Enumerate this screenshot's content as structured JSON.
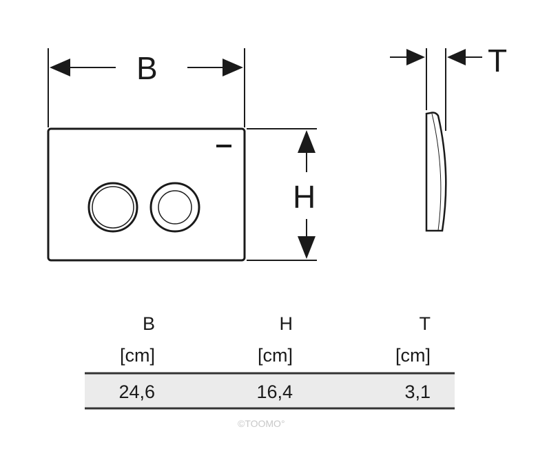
{
  "diagram": {
    "labels": {
      "width": "B",
      "height": "H",
      "thickness": "T"
    },
    "watermark": "©TOOMO°"
  },
  "table": {
    "headers": [
      {
        "name": "B",
        "unit": "[cm]"
      },
      {
        "name": "H",
        "unit": "[cm]"
      },
      {
        "name": "T",
        "unit": "[cm]"
      }
    ],
    "row": [
      "24,6",
      "16,4",
      "3,1"
    ],
    "row_bg": "#ebebeb"
  }
}
